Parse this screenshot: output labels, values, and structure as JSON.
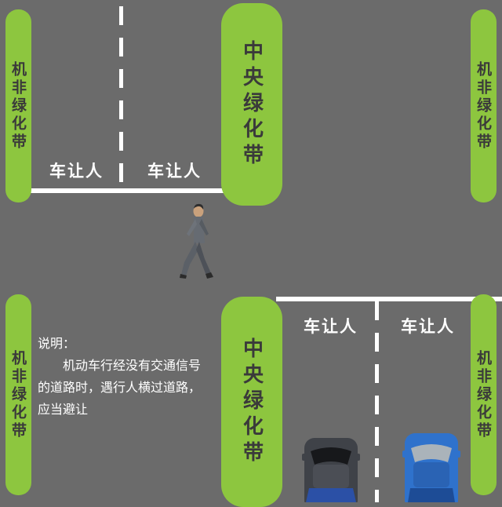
{
  "colors": {
    "road": "#6b6b6b",
    "belt_green": "#8dc63f",
    "line_white": "#ffffff",
    "car_dark_body": "#3f4248",
    "car_dark_glass": "#17181b",
    "car_dark_roof": "#4b4e55",
    "car_dark_rear": "#2b50a6",
    "car_blue_body": "#2f72cc",
    "car_blue_glass": "#aab3ba",
    "car_blue_roof": "#2a63b4",
    "car_blue_rear": "#1d4c96"
  },
  "belts": {
    "side_label": "机非绿化带",
    "center_label": "中央绿化带"
  },
  "markings": {
    "yield_label": "车让人"
  },
  "note": {
    "title": "说明：",
    "line1": "机动车行经没有交通信号",
    "line2": "的道路时，遇行人横过道路，",
    "line3": "应当避让"
  }
}
